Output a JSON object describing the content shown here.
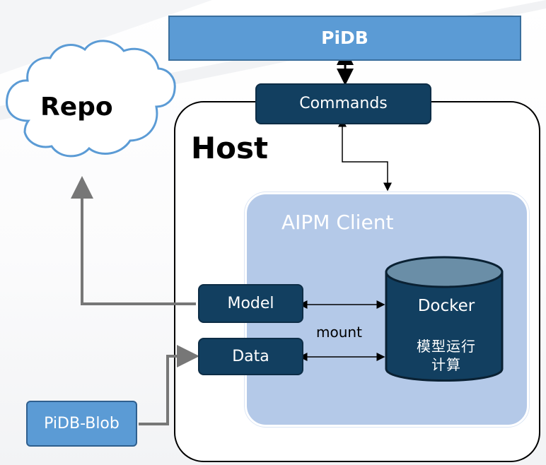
{
  "labels": {
    "pidb": "PiDB",
    "repo": "Repo",
    "host": "Host",
    "commands": "Commands",
    "aipm_client": "AIPM Client",
    "model": "Model",
    "data": "Data",
    "mount": "mount",
    "docker": "Docker",
    "docker_sub": "模型运行计算",
    "pidb_blob": "PiDB-Blob"
  },
  "colors": {
    "primary_blue": "#5b9bd5",
    "dark_navy": "#123f60",
    "client_panel": "#b4c9e8",
    "cloud_outline": "#5b9bd5",
    "arrow_gray": "#777777"
  },
  "icons": {
    "repo": "cloud-icon",
    "docker": "database-cylinder-icon"
  }
}
